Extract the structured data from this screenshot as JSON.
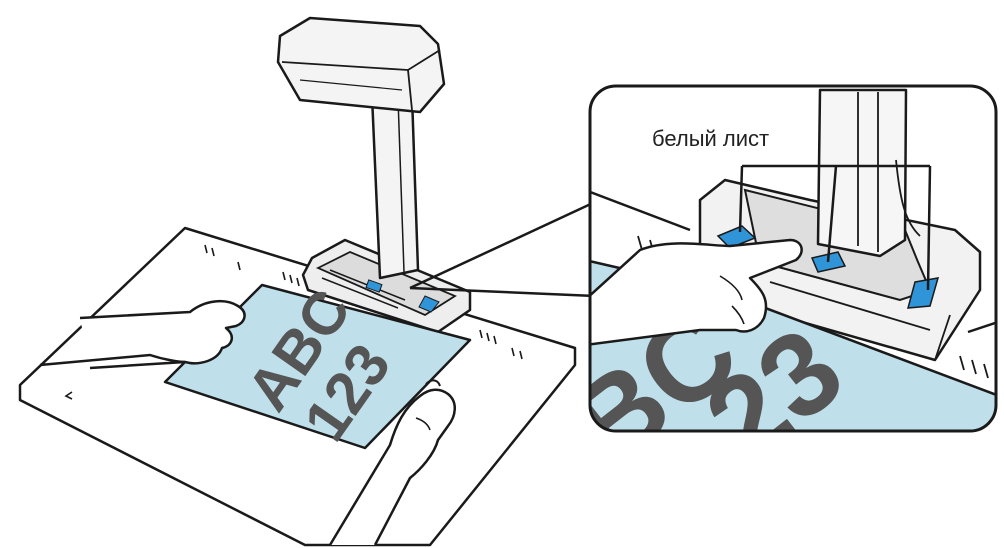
{
  "illustration": {
    "document": {
      "line1": "ABC",
      "line2": "123"
    },
    "zoom": {
      "label": "белый лист",
      "document_fragment_1": "BC",
      "document_fragment_2": "23"
    },
    "colors": {
      "document_fill": "#bfe0ea",
      "sensor_blue": "#2f95d8",
      "outline": "#1a1a1a",
      "scanner_body": "#f2f2f2",
      "scanner_shade": "#d6d6d6",
      "mat": "#ffffff"
    }
  }
}
